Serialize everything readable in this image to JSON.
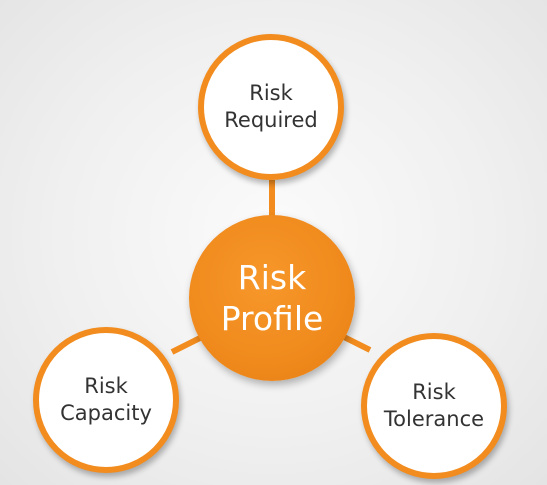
{
  "diagram": {
    "center": {
      "line1": "Risk",
      "line2": "Profile"
    },
    "nodes": {
      "top": {
        "line1": "Risk",
        "line2": "Required"
      },
      "left": {
        "line1": "Risk",
        "line2": "Capacity"
      },
      "right": {
        "line1": "Risk",
        "line2": "Tolerance"
      }
    },
    "colors": {
      "accent": "#f28c1e",
      "center_fill": "#f08a1d",
      "node_fill": "#ffffff",
      "node_text": "#333333",
      "center_text": "#ffffff"
    }
  }
}
